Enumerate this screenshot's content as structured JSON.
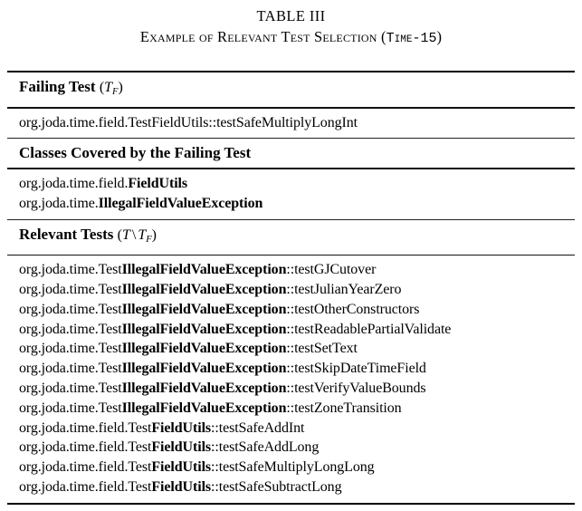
{
  "caption": {
    "table_number": "TABLE III",
    "title_prefix": "Example of Relevant Test Selection (",
    "title_mono": "Time-15",
    "title_suffix": ")"
  },
  "sections": {
    "failing_test": {
      "header_text": "Failing Test ",
      "header_math_open": "(",
      "header_math_var": "T",
      "header_math_sub": "F",
      "header_math_close": ")",
      "rows": [
        {
          "prefix": "org.joda.time.field.TestFieldUtils",
          "bold": "",
          "suffix": "::testSafeMultiplyLongInt"
        }
      ]
    },
    "classes_covered": {
      "header_text": "Classes Covered by the Failing Test",
      "rows": [
        {
          "prefix": "org.joda.time.field.",
          "bold": "FieldUtils",
          "suffix": ""
        },
        {
          "prefix": "org.joda.time.",
          "bold": "IllegalFieldValueException",
          "suffix": ""
        }
      ]
    },
    "relevant_tests": {
      "header_text": "Relevant Tests ",
      "header_math_open": "(",
      "header_math_var1": "T",
      "header_math_bslash": "\\",
      "header_math_var2": "T",
      "header_math_sub": "F",
      "header_math_close": ")",
      "rows": [
        {
          "prefix": "org.joda.time.Test",
          "bold": "IllegalFieldValueException",
          "suffix": "::testGJCutover"
        },
        {
          "prefix": "org.joda.time.Test",
          "bold": "IllegalFieldValueException",
          "suffix": "::testJulianYearZero"
        },
        {
          "prefix": "org.joda.time.Test",
          "bold": "IllegalFieldValueException",
          "suffix": "::testOtherConstructors"
        },
        {
          "prefix": "org.joda.time.Test",
          "bold": "IllegalFieldValueException",
          "suffix": "::testReadablePartialValidate"
        },
        {
          "prefix": "org.joda.time.Test",
          "bold": "IllegalFieldValueException",
          "suffix": "::testSetText"
        },
        {
          "prefix": "org.joda.time.Test",
          "bold": "IllegalFieldValueException",
          "suffix": "::testSkipDateTimeField"
        },
        {
          "prefix": "org.joda.time.Test",
          "bold": "IllegalFieldValueException",
          "suffix": "::testVerifyValueBounds"
        },
        {
          "prefix": "org.joda.time.Test",
          "bold": "IllegalFieldValueException",
          "suffix": "::testZoneTransition"
        },
        {
          "prefix": "org.joda.time.field.Test",
          "bold": "FieldUtils",
          "suffix": "::testSafeAddInt"
        },
        {
          "prefix": "org.joda.time.field.Test",
          "bold": "FieldUtils",
          "suffix": "::testSafeAddLong"
        },
        {
          "prefix": "org.joda.time.field.Test",
          "bold": "FieldUtils",
          "suffix": "::testSafeMultiplyLongLong"
        },
        {
          "prefix": "org.joda.time.field.Test",
          "bold": "FieldUtils",
          "suffix": "::testSafeSubtractLong"
        }
      ]
    }
  }
}
